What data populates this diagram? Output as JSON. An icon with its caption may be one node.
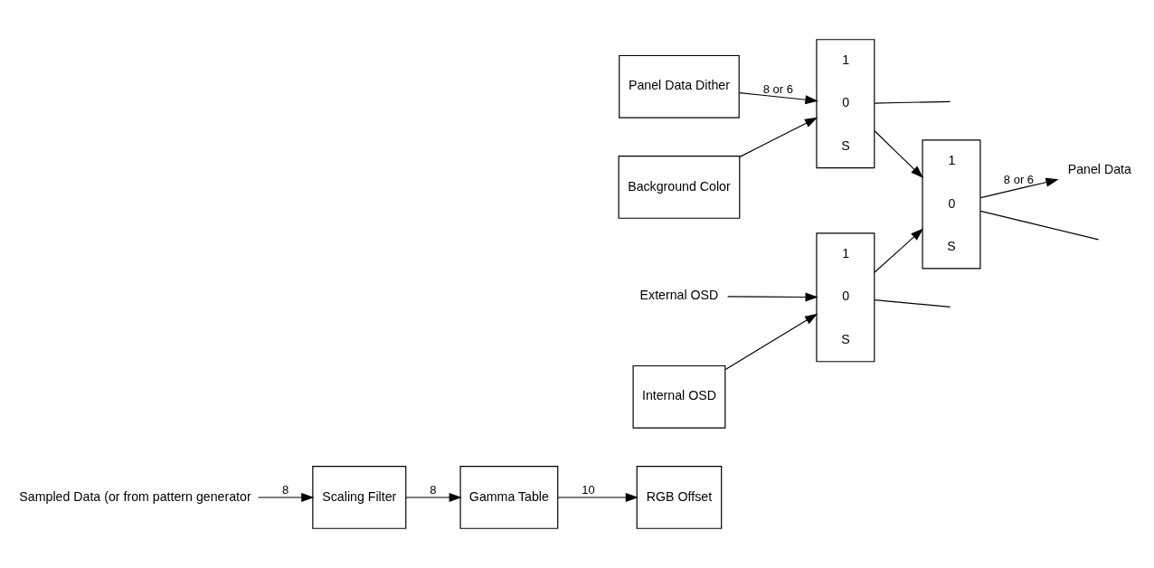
{
  "diagram": {
    "nodes": [
      {
        "text": [
          "Sampled Data (or from pattern generator"
        ]
      },
      {
        "text": [
          "Scaling Filter"
        ]
      },
      {
        "text": [
          "Gamma Table"
        ]
      },
      {
        "text": [
          "RGB Offset"
        ]
      },
      {
        "text": [
          "Panel Data Dither"
        ]
      },
      {
        "text": [
          "1",
          "0",
          "S"
        ]
      },
      {
        "text": [
          "Background Color"
        ]
      },
      {
        "text": [
          "1",
          "0",
          "S"
        ]
      },
      {
        "text": [
          "Panel Data"
        ]
      },
      {
        "text": [
          "Internal OSD"
        ]
      },
      {
        "text": [
          "External OSD"
        ]
      },
      {
        "text": [
          "1",
          "0",
          "S"
        ]
      }
    ],
    "edges": [
      {
        "from": 0,
        "to": 1,
        "arrow": "to",
        "label": "8"
      },
      {
        "from": 1,
        "to": 2,
        "arrow": "to",
        "label": "8"
      },
      {
        "from": 2,
        "to": 3,
        "arrow": "to",
        "label": "10"
      },
      {
        "from": 4,
        "to": 5,
        "arrow": "to",
        "label": "8 or 6"
      },
      {
        "from": 6,
        "to": 5,
        "arrow": "to"
      },
      {
        "from": 5,
        "to": 7,
        "arrow": "to"
      },
      {
        "from": 11,
        "to": 7,
        "arrow": "to"
      },
      {
        "from": 7,
        "to": 8,
        "arrow": "to",
        "label": "8 or 6"
      },
      {
        "from": 9,
        "to": 11,
        "arrow": "to"
      },
      {
        "from": 10,
        "to": 11,
        "arrow": "to"
      },
      {
        "from": 5,
        "to": null,
        "arrow": "none"
      },
      {
        "from": 7,
        "to": null,
        "arrow": "none"
      },
      {
        "from": 11,
        "to": null,
        "arrow": "none"
      }
    ]
  }
}
